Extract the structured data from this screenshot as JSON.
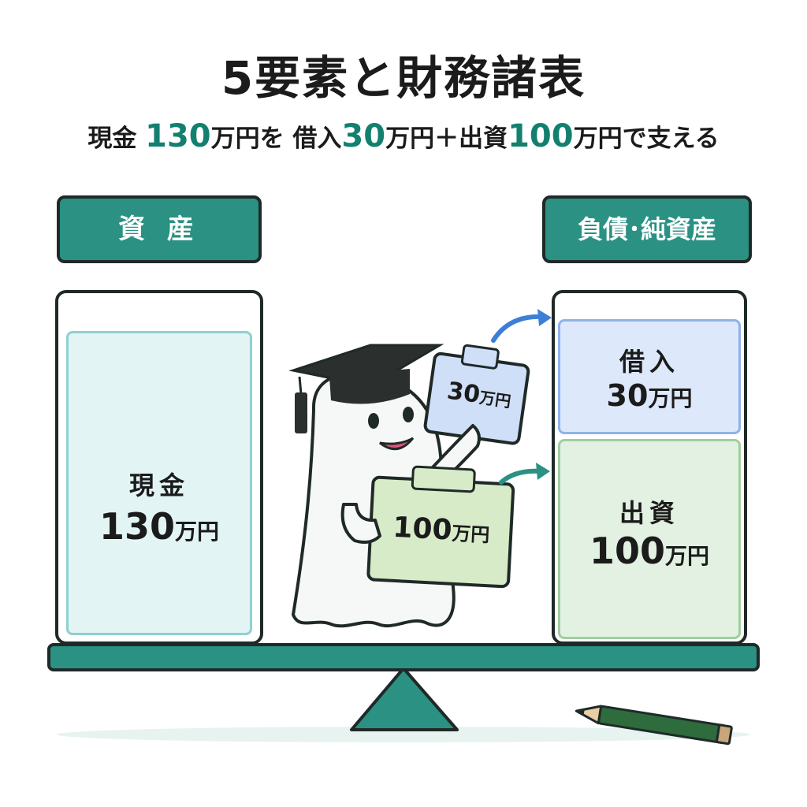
{
  "title": "5要素と財務諸表",
  "subtitle": {
    "p1": "現金",
    "n1": "130",
    "p2": "万円を 借入",
    "n2": "30",
    "p3": "万円＋出資",
    "n3": "100",
    "p4": "万円で支える"
  },
  "assets": {
    "header": "資 産",
    "cash_label": "現金",
    "cash_amount": "130",
    "cash_unit": "万円"
  },
  "liabilities_equity": {
    "header": "負債･純資産",
    "loan_label": "借入",
    "loan_amount": "30",
    "loan_unit": "万円",
    "equity_label": "出資",
    "equity_amount": "100",
    "equity_unit": "万円"
  },
  "character": {
    "small_box_amount": "30",
    "small_box_unit": "万円",
    "large_box_amount": "100",
    "large_box_unit": "万円"
  },
  "colors": {
    "accent": "#2a9183",
    "cash_fill": "#e3f4f5",
    "loan_fill": "#dde8fb",
    "equity_fill": "#e2f1e2",
    "amount_text": "#13806f",
    "blue_arrow": "#3e7fd6",
    "green_arrow": "#2a9183"
  }
}
